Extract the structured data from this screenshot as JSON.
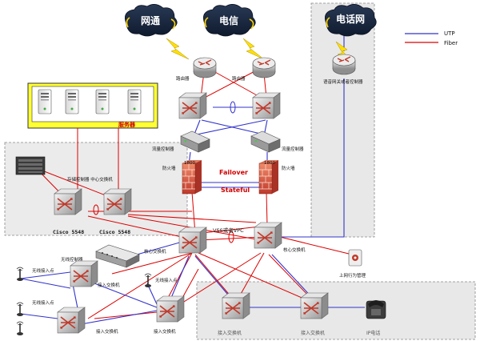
{
  "clouds": {
    "wangtong": "网通",
    "dianxin": "电信",
    "dianhuawang": "电话网"
  },
  "legend": {
    "utp": "UTP",
    "fiber": "Fiber",
    "utp_color": "#3333cc",
    "fiber_color": "#dd0000"
  },
  "labels": {
    "router_left": "路由器",
    "router_right": "路由器",
    "voice_gateway": "语音网关或者控制器",
    "servers": "服务器",
    "flow_ctrl_left": "流量控制器",
    "flow_ctrl_right": "流量控制器",
    "firewall_left": "防火墙",
    "firewall_right": "防火墙",
    "port_left": "1800",
    "port_right": "1800",
    "failover": "Failover",
    "stateful": "Stateful",
    "storage_core": "存储控制器 中心交换机",
    "cisco_left": "Cisco 5548",
    "cisco_right": "Cisco 5548",
    "vss_vpc": "VSS或者VPC",
    "core_left": "核心交换机",
    "core_right": "核心交换机",
    "wireless_ctrl": "无线控制器",
    "behavior_mgmt": "上网行为管理",
    "wireless_ap_top": "无线接入点",
    "access_sw_1": "接入交换机",
    "wireless_ap_mid": "无线接入点",
    "wireless_ap_left": "无线接入点",
    "access_sw_2": "接入交换机",
    "access_sw_3": "接入交换机",
    "access_sw_4": "接入交换机",
    "access_sw_5": "接入交换机",
    "ip_phone": "IP电话"
  }
}
